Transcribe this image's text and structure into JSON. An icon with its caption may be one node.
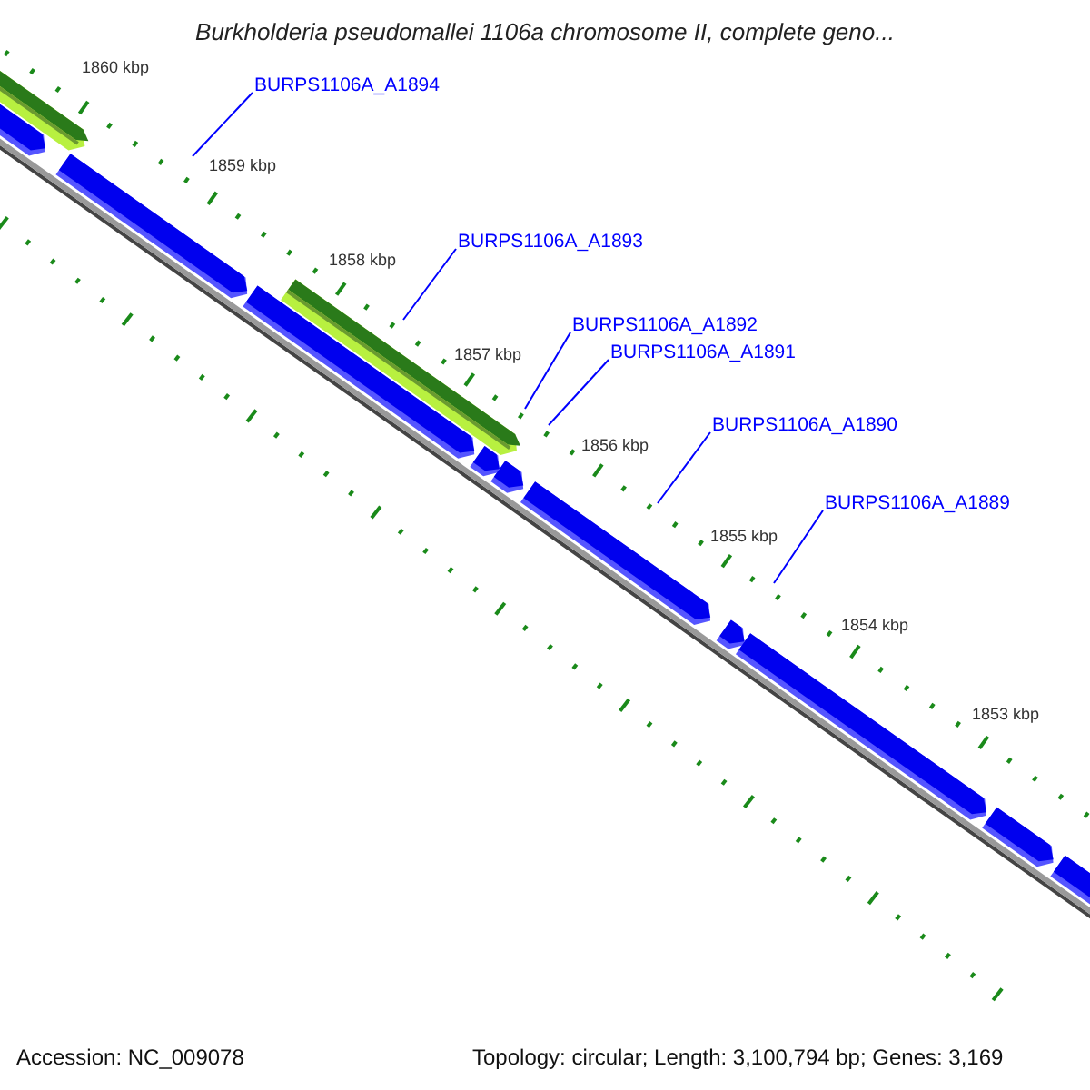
{
  "diagram": {
    "title": "Burkholderia pseudomallei 1106a chromosome II, complete geno...",
    "nodes": [
      {
        "text": [
          "BURPS1106A_A1894"
        ]
      },
      {
        "text": [
          "BURPS1106A_A1893"
        ]
      },
      {
        "text": [
          "BURPS1106A_A1892"
        ]
      },
      {
        "text": [
          "BURPS1106A_A1891"
        ]
      },
      {
        "text": [
          "BURPS1106A_A1890"
        ]
      },
      {
        "text": [
          "BURPS1106A_A1889"
        ]
      }
    ],
    "edges": [
      {
        "from": 0,
        "to": null,
        "arrow": "none"
      },
      {
        "from": 1,
        "to": null,
        "arrow": "none"
      },
      {
        "from": 2,
        "to": null,
        "arrow": "none"
      },
      {
        "from": 3,
        "to": null,
        "arrow": "none"
      },
      {
        "from": 4,
        "to": null,
        "arrow": "none"
      },
      {
        "from": 5,
        "to": null,
        "arrow": "none"
      }
    ],
    "labels": [
      "1860 kbp",
      "1859 kbp",
      "1858 kbp",
      "1857 kbp",
      "1856 kbp",
      "1855 kbp",
      "1854 kbp",
      "1853 kbp",
      "Accession: NC_009078",
      "Topology: circular; Length: 3,100,794 bp; Genes: 3,169"
    ]
  }
}
